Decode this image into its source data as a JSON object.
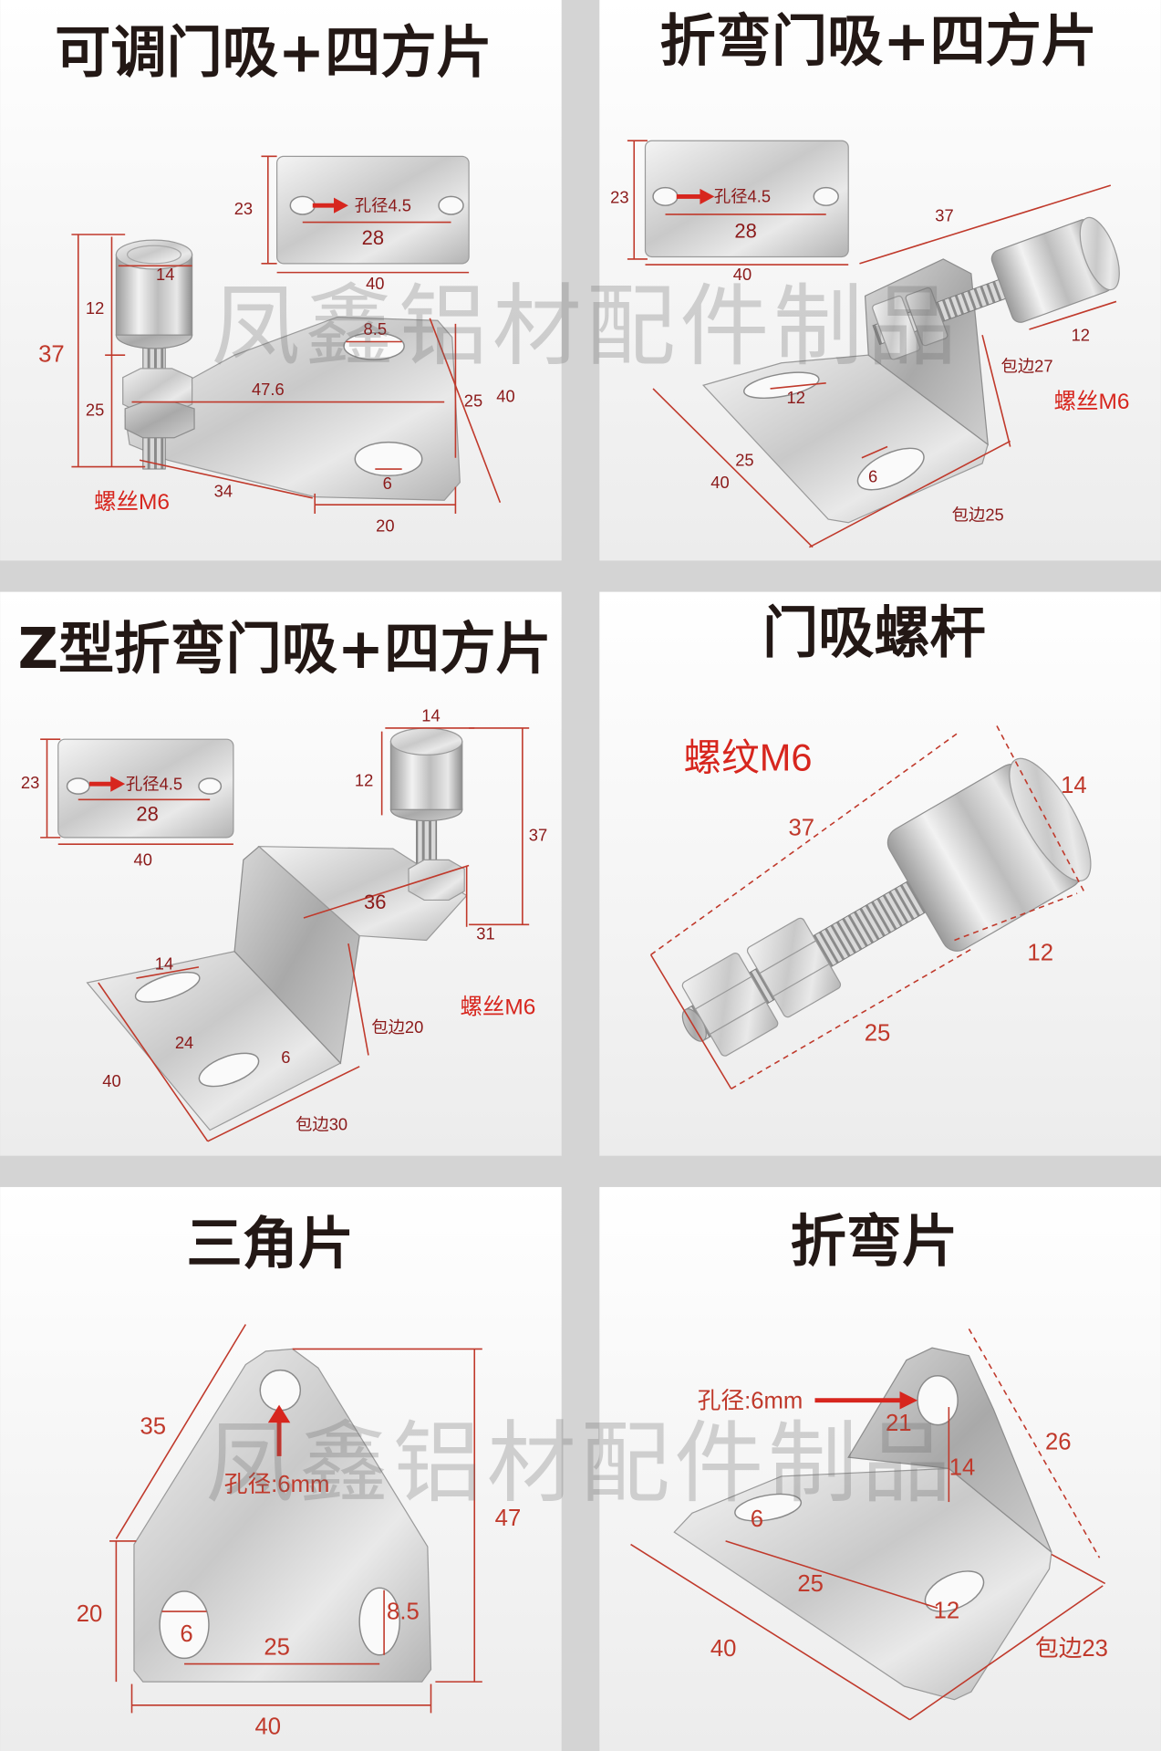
{
  "watermark": "凤鑫铝材配件制品",
  "colors": {
    "title": "#231815",
    "dimension_line": "#c0392b",
    "dimension_text": "#8b1a1a",
    "accent": "#d7261e",
    "gutter": "#d4d4d4"
  },
  "panels": [
    {
      "title": "可调门吸+四方片",
      "labels": [
        "23",
        "孔径4.5",
        "28",
        "40",
        "14",
        "12",
        "37",
        "8.5",
        "25",
        "47.6",
        "25",
        "40",
        "6",
        "34",
        "20",
        "螺丝M6"
      ]
    },
    {
      "title": "折弯门吸+四方片",
      "labels": [
        "23",
        "孔径4.5",
        "28",
        "40",
        "37",
        "12",
        "包边27",
        "螺丝M6",
        "12",
        "25",
        "40",
        "6",
        "包边25"
      ]
    },
    {
      "title": "Z型折弯门吸+四方片",
      "labels": [
        "23",
        "孔径4.5",
        "28",
        "40",
        "14",
        "12",
        "37",
        "36",
        "31",
        "14",
        "包边20",
        "螺丝M6",
        "24",
        "6",
        "40",
        "包边30"
      ]
    },
    {
      "title": "门吸螺杆",
      "labels": [
        "螺纹M6",
        "37",
        "14",
        "12",
        "25"
      ]
    },
    {
      "title": "三角片",
      "labels": [
        "35",
        "孔径:6mm",
        "47",
        "20",
        "6",
        "8.5",
        "25",
        "40"
      ]
    },
    {
      "title": "折弯片",
      "labels": [
        "孔径:6mm",
        "21",
        "14",
        "26",
        "6",
        "25",
        "12",
        "40",
        "包边23"
      ]
    }
  ]
}
